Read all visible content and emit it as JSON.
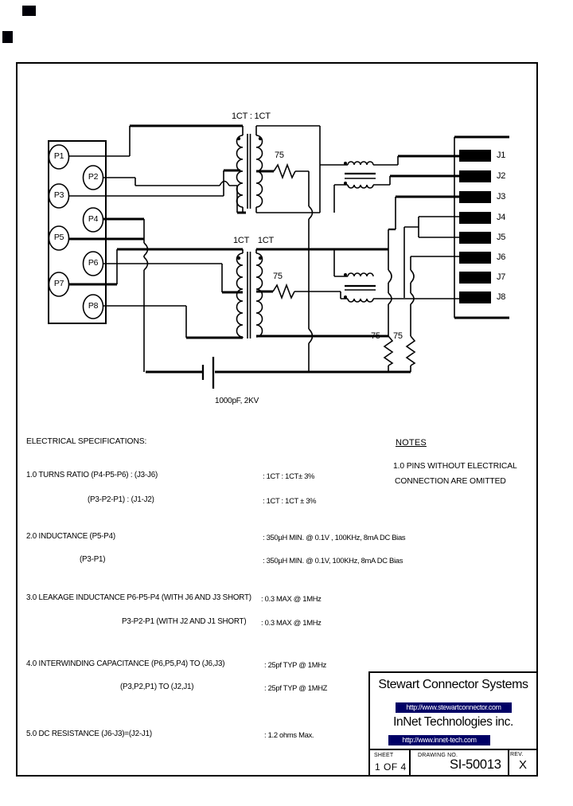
{
  "page": {
    "background": "#ffffff",
    "ink": "#000000",
    "link_bar_color": "#000066"
  },
  "schematic": {
    "pins": [
      "P1",
      "P2",
      "P3",
      "P4",
      "P5",
      "P6",
      "P7",
      "P8"
    ],
    "jacks": [
      "J1",
      "J2",
      "J3",
      "J4",
      "J5",
      "J6",
      "J7",
      "J8"
    ],
    "labels": {
      "transformer_top": "1CT : 1CT",
      "transformer_bottom": "1CT 1CT",
      "resistor_top": "75",
      "resistor_mid": "75",
      "resistor_vert1": "75",
      "resistor_vert2": "75",
      "capacitor": "1000pF, 2KV"
    }
  },
  "specs": {
    "heading": "ELECTRICAL SPECIFICATIONS:",
    "rows": [
      {
        "label": "1.0 TURNS RATIO (P4-P5-P6) : (J3-J6)",
        "value": ": 1CT : 1CT± 3%"
      },
      {
        "label": "(P3-P2-P1) : (J1-J2)",
        "value": ": 1CT : 1CT ± 3%"
      },
      {
        "label": "2.0 INDUCTANCE (P5-P4)",
        "value": ": 350µH MIN. @ 0.1V , 100KHz, 8mA DC Bias"
      },
      {
        "label": "(P3-P1)",
        "value": ": 350µH MIN. @ 0.1V, 100KHz, 8mA DC Bias"
      },
      {
        "label": "3.0 LEAKAGE INDUCTANCE P6-P5-P4 (WITH J6 AND J3 SHORT)",
        "value": ": 0.3 MAX @ 1MHz"
      },
      {
        "label": "P3-P2-P1 (WITH J2 AND J1 SHORT)",
        "value": ": 0.3 MAX @ 1MHz"
      },
      {
        "label": "4.0 INTERWINDING CAPACITANCE (P6,P5,P4) TO (J6,J3)",
        "value": ": 25pf TYP @ 1MHz"
      },
      {
        "label": "(P3,P2,P1) TO (J2,J1)",
        "value": ": 25pf TYP @ 1MHZ"
      },
      {
        "label": "5.0 DC RESISTANCE (J6-J3)=(J2-J1)",
        "value": ": 1.2 ohms Max."
      }
    ]
  },
  "notes": {
    "heading": "NOTES",
    "line1": "1.0 PINS WITHOUT ELECTRICAL",
    "line2": "CONNECTION ARE OMITTED"
  },
  "title_block": {
    "company1": "Stewart Connector Systems",
    "url1": "http://www.stewartconnector.com",
    "company2": "InNet Technologies inc.",
    "url2": "http://www.innet-tech.com",
    "sheet_label": "SHEET",
    "sheet_value": "1 OF 4",
    "drawing_label": "DRAWING NO.",
    "drawing_value": "SI-50013",
    "rev_label": "REV.",
    "rev_value": "X"
  }
}
